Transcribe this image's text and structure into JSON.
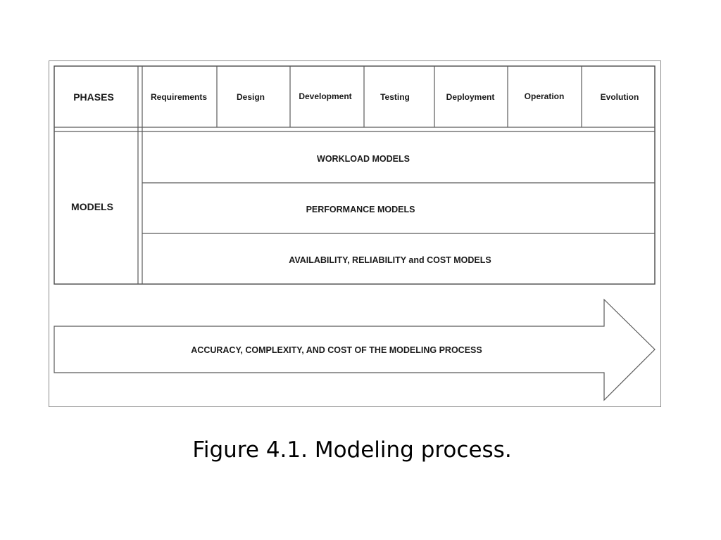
{
  "table": {
    "phases_header": "PHASES",
    "phases": [
      "Requirements",
      "Design",
      "Development",
      "Testing",
      "Deployment",
      "Operation",
      "Evolution"
    ],
    "models_header": "MODELS",
    "models": [
      "WORKLOAD MODELS",
      "PERFORMANCE MODELS",
      "AVAILABILITY, RELIABILITY and COST MODELS"
    ]
  },
  "arrow": {
    "label": "ACCURACY, COMPLEXITY, AND COST OF THE MODELING PROCESS"
  },
  "caption": "Figure 4.1. Modeling process."
}
